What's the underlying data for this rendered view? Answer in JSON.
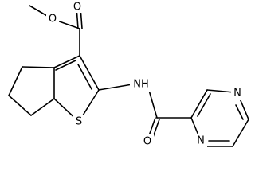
{
  "molecule": {
    "atoms": {
      "methoxy_o": "O",
      "carbonyl_o_ester": "O",
      "amide_n": "NH",
      "thiophene_s": "S",
      "carbonyl_o_amide": "O",
      "pyrazine_n_top": "N",
      "pyrazine_n_bottom": "N"
    }
  }
}
